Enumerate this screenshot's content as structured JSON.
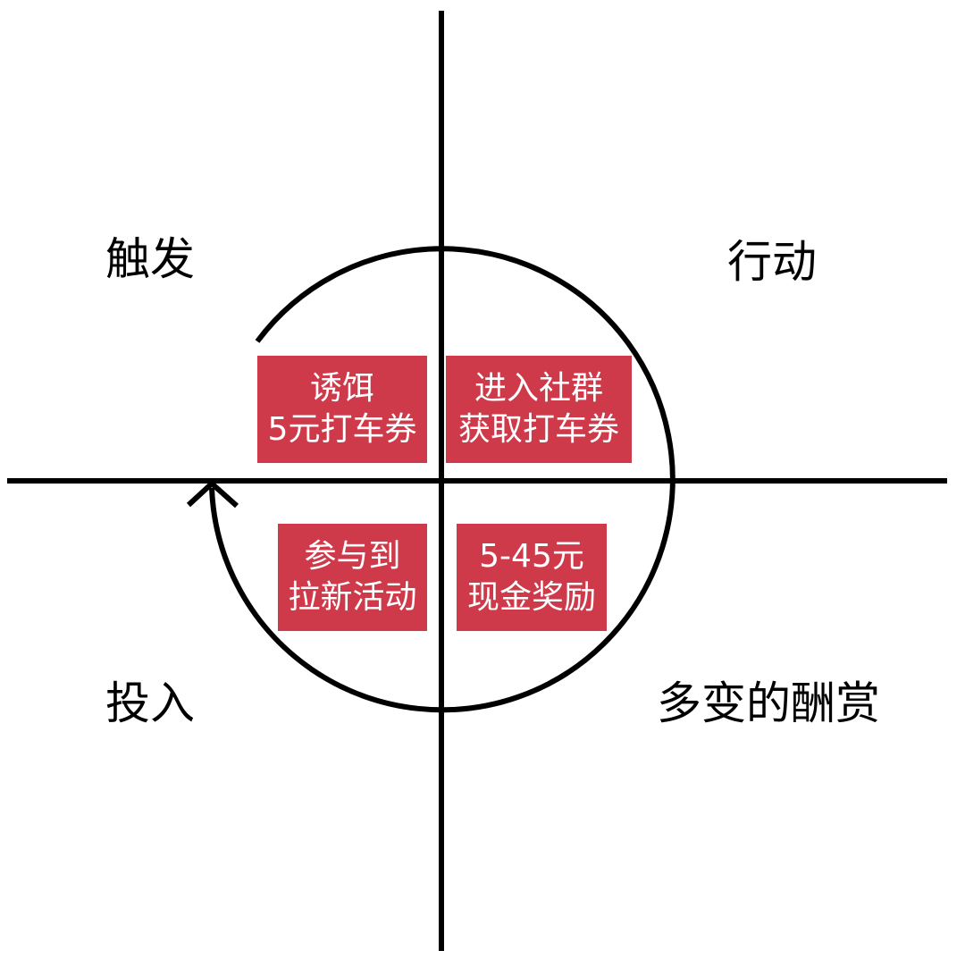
{
  "quadrant_labels": {
    "top_left": "触发",
    "top_right": "行动",
    "bottom_left": "投入",
    "bottom_right": "多变的酬赏"
  },
  "boxes": {
    "trigger": {
      "line1": "诱饵",
      "line2": "5元打车券"
    },
    "action": {
      "line1": "进入社群",
      "line2": "获取打车券"
    },
    "investment": {
      "line1": "参与到",
      "line2": "拉新活动"
    },
    "reward": {
      "line1": "5-45元",
      "line2": "现金奖励"
    }
  },
  "colors": {
    "box": "#cf3a4b",
    "line": "#000000"
  }
}
